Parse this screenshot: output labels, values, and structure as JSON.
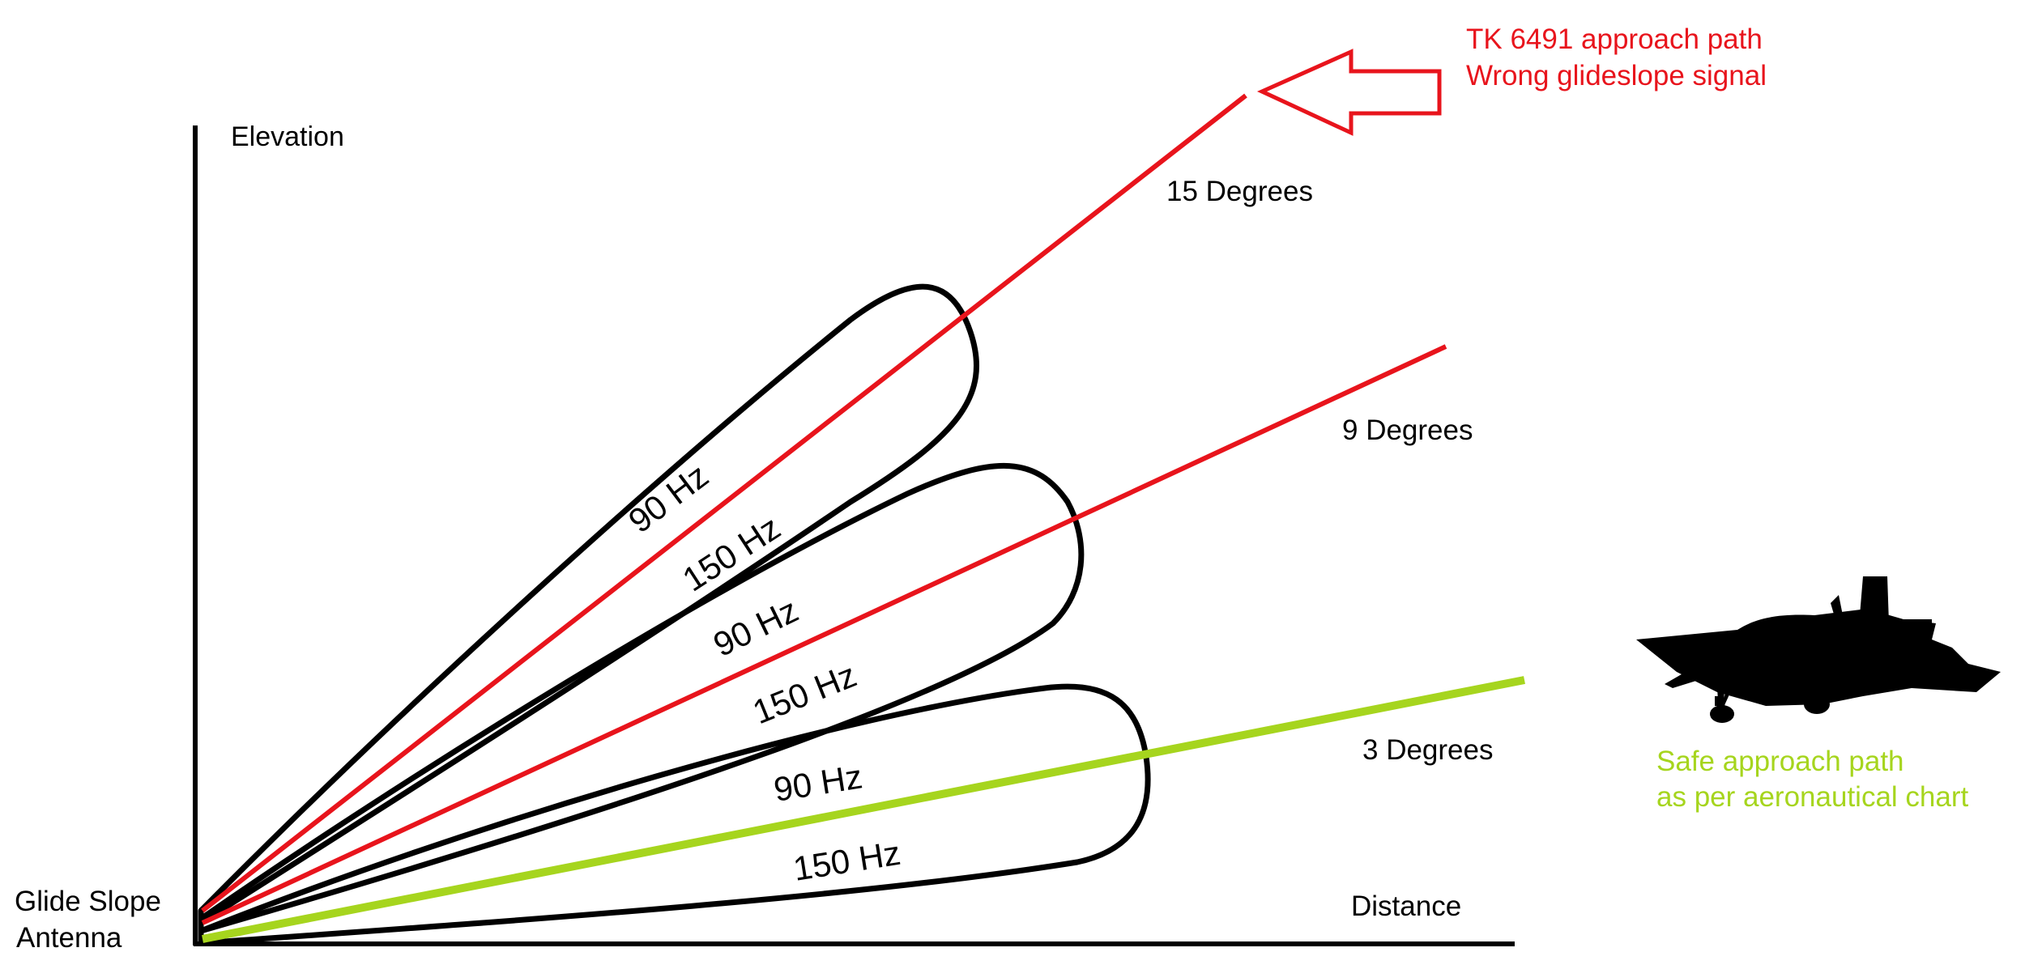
{
  "axes": {
    "y_label": "Elevation",
    "x_label": "Distance",
    "origin_label_line1": "Glide Slope",
    "origin_label_line2": "Antenna"
  },
  "lobes": {
    "lobe_15": {
      "upper": "90 Hz",
      "lower": "150 Hz"
    },
    "lobe_9": {
      "upper": "90 Hz",
      "lower": "150 Hz"
    },
    "lobe_3": {
      "upper": "90 Hz",
      "lower": "150 Hz"
    }
  },
  "angles": {
    "deg15": "15 Degrees",
    "deg9": "9 Degrees",
    "deg3": "3 Degrees"
  },
  "annotations": {
    "wrong_line1": "TK 6491 approach path",
    "wrong_line2": "Wrong glideslope signal",
    "safe_line1": "Safe approach path",
    "safe_line2": "as per aeronautical chart"
  },
  "colors": {
    "wrong_path": "#e8141c",
    "safe_path": "#a6d51e",
    "lobe_outline": "#000000"
  }
}
